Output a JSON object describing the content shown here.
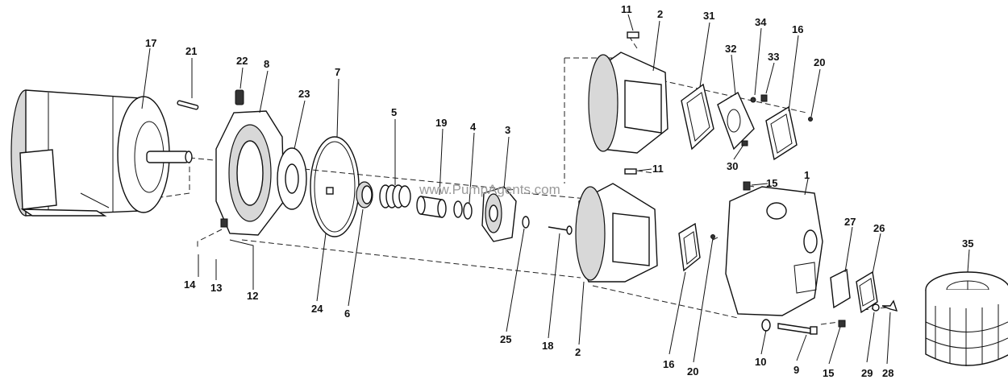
{
  "watermark": "www.PumpAgents.com",
  "callouts": {
    "c1": "1",
    "c2a": "2",
    "c2b": "2",
    "c3": "3",
    "c4": "4",
    "c5": "5",
    "c6": "6",
    "c7": "7",
    "c8": "8",
    "c9": "9",
    "c10": "10",
    "c11a": "11",
    "c11b": "11",
    "c12": "12",
    "c13": "13",
    "c14": "14",
    "c15a": "15",
    "c15b": "15",
    "c16a": "16",
    "c16b": "16",
    "c17": "17",
    "c18": "18",
    "c19": "19",
    "c20a": "20",
    "c20b": "20",
    "c21": "21",
    "c22": "22",
    "c23": "23",
    "c24": "24",
    "c25": "25",
    "c26": "26",
    "c27": "27",
    "c28": "28",
    "c29": "29",
    "c30": "30",
    "c31": "31",
    "c32": "32",
    "c33": "33",
    "c34": "34",
    "c35": "35"
  }
}
